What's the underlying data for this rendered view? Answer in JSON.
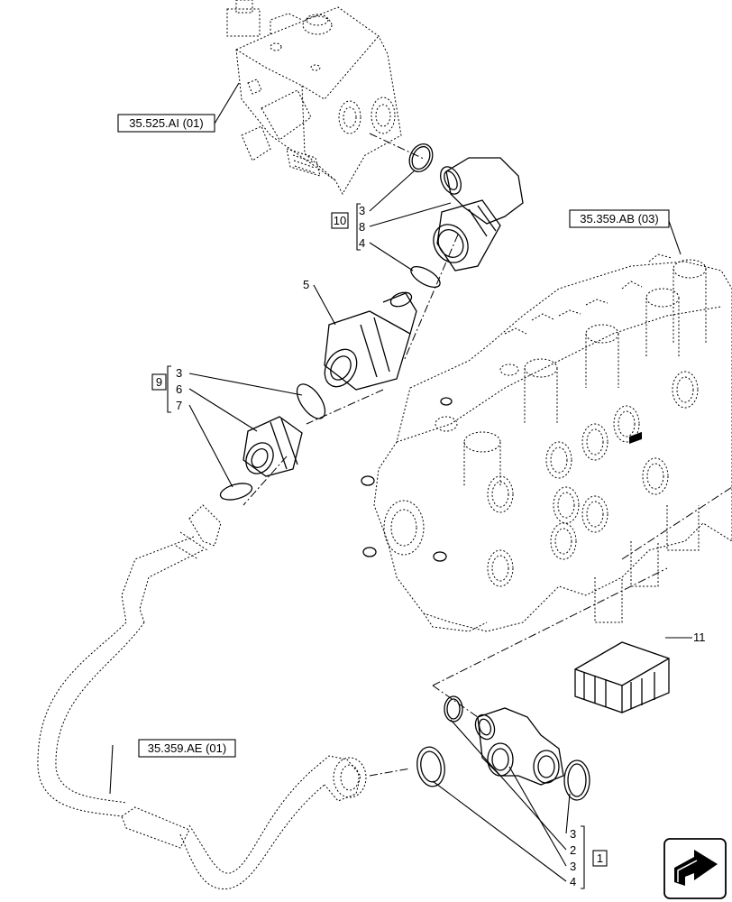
{
  "references": {
    "valve_block": "35.525.AI (01)",
    "control_valve": "35.359.AB (03)",
    "hose": "35.359.AE (01)"
  },
  "groups": {
    "g10": {
      "kit": "10",
      "items": [
        "3",
        "8",
        "4"
      ]
    },
    "g9": {
      "kit": "9",
      "items": [
        "3",
        "6",
        "7"
      ]
    },
    "g1": {
      "kit": "1",
      "items": [
        "3",
        "2",
        "3",
        "4"
      ]
    }
  },
  "callouts": {
    "adapter": "5",
    "kit_box": "11"
  },
  "nav_icon": "next-page-arrow-icon"
}
